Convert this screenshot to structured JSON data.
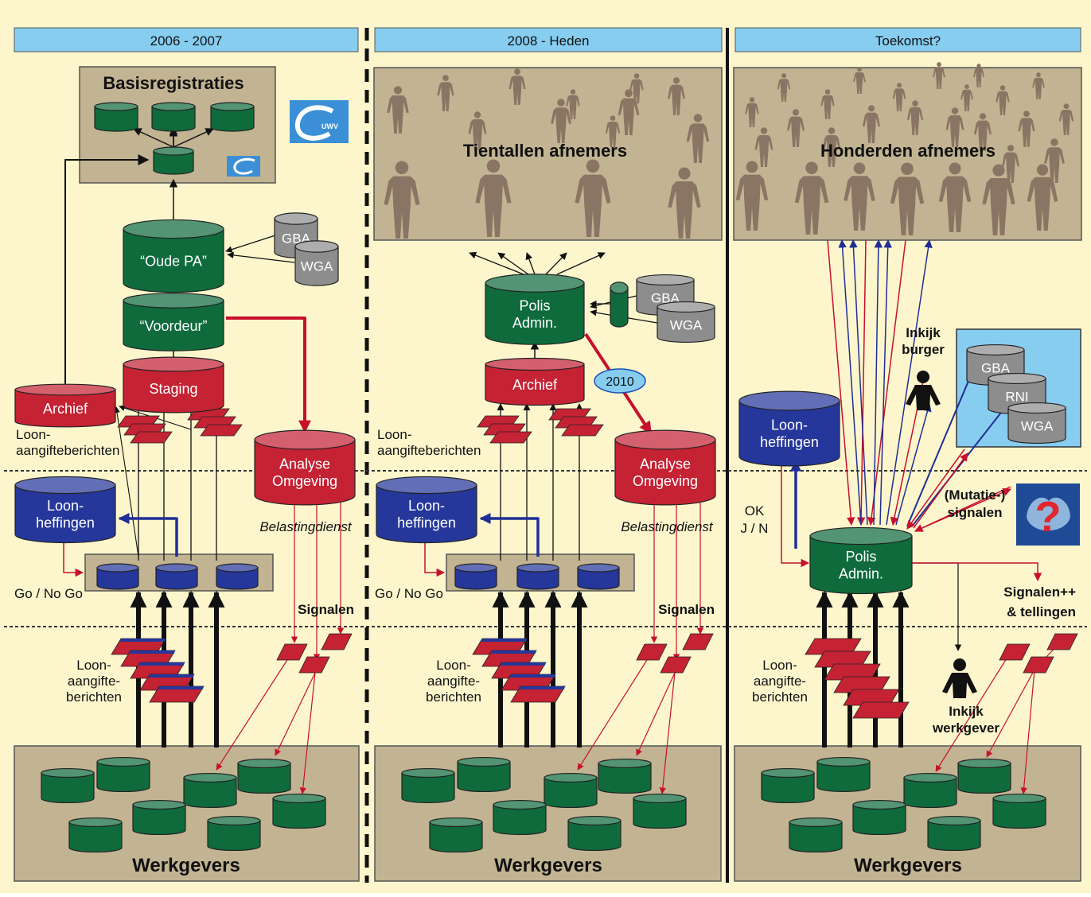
{
  "colors": {
    "background": "#fdf6cd",
    "header": "#86cdf0",
    "panel": "#c2b492",
    "green_db": "#0f6b3c",
    "red_db": "#c52234",
    "blue_db": "#25379a",
    "grey_db": "#8d8d8d",
    "red_arrow": "#c8102e",
    "blue_arrow": "#1f2f97"
  },
  "columns": [
    {
      "header": "2006 - 2007"
    },
    {
      "header": "2008 - Heden"
    },
    {
      "header": "Toekomst?"
    }
  ],
  "col1": {
    "basis_title": "Basisregistraties",
    "logo_text": "UWV",
    "oude_pa": "“Oude PA”",
    "gba": "GBA",
    "wga": "WGA",
    "voordeur": "“Voordeur”",
    "staging": "Staging",
    "archief": "Archief",
    "loonaangifte_top": [
      "Loon-",
      "aangifteberichten"
    ],
    "analyse": [
      "Analyse",
      "Omgeving"
    ],
    "belastingdienst": "Belastingdienst",
    "loonheffingen": [
      "Loon-",
      "heffingen"
    ],
    "go_no_go": "Go / No Go",
    "signalen": "Signalen",
    "loonaangifte_bottom": [
      "Loon-",
      "aangifte-",
      "berichten"
    ],
    "werkgevers": "Werkgevers"
  },
  "col2": {
    "afnemers_title": "Tientallen afnemers",
    "polis": [
      "Polis",
      "Admin."
    ],
    "gba": "GBA",
    "wga": "WGA",
    "archief": "Archief",
    "year_badge": "2010",
    "loonaangifte_top": [
      "Loon-",
      "aangifteberichten"
    ],
    "analyse": [
      "Analyse",
      "Omgeving"
    ],
    "belastingdienst": "Belastingdienst",
    "loonheffingen": [
      "Loon-",
      "heffingen"
    ],
    "go_no_go": "Go / No Go",
    "signalen": "Signalen",
    "loonaangifte_bottom": [
      "Loon-",
      "aangifte-",
      "berichten"
    ],
    "werkgevers": "Werkgevers"
  },
  "col3": {
    "afnemers_title": "Honderden afnemers",
    "inkijk_burger": [
      "Inkijk",
      "burger"
    ],
    "gba": "GBA",
    "rni": "RNI",
    "wga": "WGA",
    "loonheffingen": [
      "Loon-",
      "heffingen"
    ],
    "ok": [
      "OK",
      "J / N"
    ],
    "mutatie": [
      "(Mutatie-)",
      "signalen"
    ],
    "polis": [
      "Polis",
      "Admin."
    ],
    "signalen_pp": [
      "Signalen++",
      "& tellingen"
    ],
    "loonaangifte_bottom": [
      "Loon-",
      "aangifte-",
      "berichten"
    ],
    "inkijk_werkgever": [
      "Inkijk",
      "werkgever"
    ],
    "werkgevers": "Werkgevers"
  }
}
